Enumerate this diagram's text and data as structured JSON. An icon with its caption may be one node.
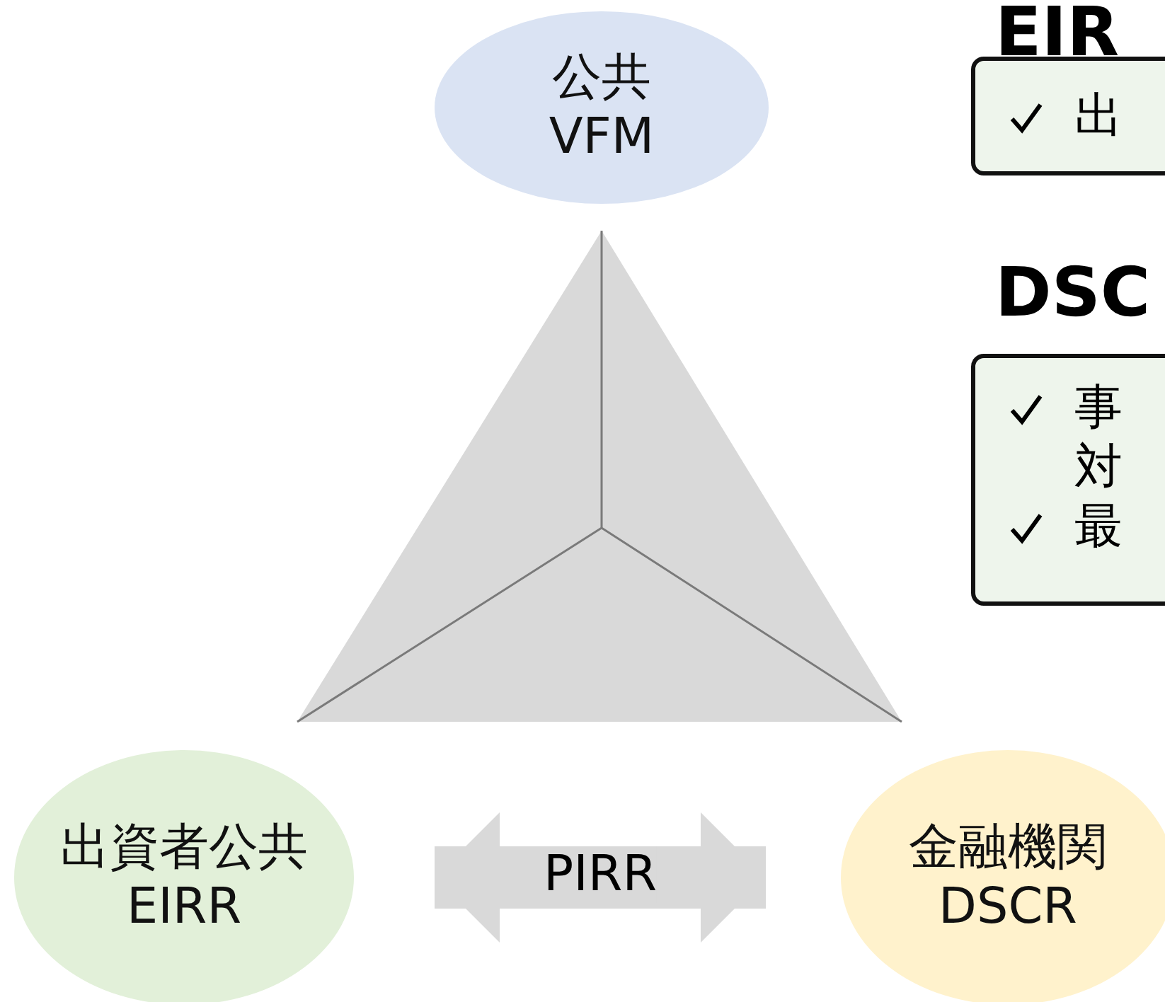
{
  "diagram": {
    "nodes": [
      {
        "text": [
          "公共",
          "VFM"
        ]
      },
      {
        "text": [
          "出資者公共",
          "EIRR"
        ]
      },
      {
        "text": [
          "金融機関",
          "DSCR"
        ]
      },
      {
        "text": [
          "EIR",
          "出"
        ]
      },
      {
        "text": [
          "DSC",
          "事対",
          "最"
        ]
      }
    ],
    "edges": [
      {
        "from": 1,
        "to": 2,
        "arrow": "both",
        "label": "PIRR"
      }
    ]
  }
}
